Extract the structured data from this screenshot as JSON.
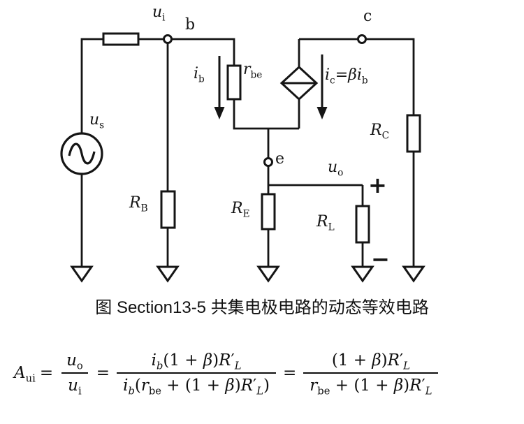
{
  "figure": {
    "caption": "图 Section13-5 共集电极电路的动态等效电路"
  },
  "colors": {
    "ink": "#151515",
    "background": "#ffffff"
  },
  "icons": {
    "ground_symbol": "ground-triangle",
    "ac_source_symbol": "sine-wave-circle",
    "controlled_source_symbol": "diamond-current-source"
  },
  "labels": {
    "u_i": [
      {
        "t": "u",
        "it": 1
      },
      {
        "t": "i",
        "sub": 1
      }
    ],
    "node_b": [
      {
        "t": "b"
      }
    ],
    "node_c": [
      {
        "t": "c"
      }
    ],
    "node_e": [
      {
        "t": "e"
      }
    ],
    "u_s": [
      {
        "t": "u",
        "it": 1
      },
      {
        "t": "s",
        "sub": 1
      }
    ],
    "i_b": [
      {
        "t": "i",
        "it": 1
      },
      {
        "t": "b",
        "sub": 1
      }
    ],
    "r_be": [
      {
        "t": "r",
        "it": 1
      },
      {
        "t": "be",
        "sub": 1
      }
    ],
    "i_c_eq": [
      {
        "t": "i",
        "it": 1
      },
      {
        "t": "c",
        "sub": 1
      },
      {
        "t": "="
      },
      {
        "t": "βi",
        "it": 1
      },
      {
        "t": "b",
        "sub": 1
      }
    ],
    "R_C": [
      {
        "t": "R",
        "it": 1
      },
      {
        "t": "C",
        "sub": 1
      }
    ],
    "R_B": [
      {
        "t": "R",
        "it": 1
      },
      {
        "t": "B",
        "sub": 1
      }
    ],
    "R_E": [
      {
        "t": "R",
        "it": 1
      },
      {
        "t": "E",
        "sub": 1
      }
    ],
    "R_L": [
      {
        "t": "R",
        "it": 1
      },
      {
        "t": "L",
        "sub": 1
      }
    ],
    "u_o": [
      {
        "t": "u",
        "it": 1
      },
      {
        "t": "o",
        "sub": 1
      }
    ],
    "plus": "+",
    "minus": "−"
  },
  "formula": {
    "eq": "=",
    "lhs": [
      {
        "t": "A",
        "it": 1
      },
      {
        "t": "ui",
        "sub": 1
      }
    ],
    "f1_num": [
      {
        "t": "u",
        "it": 1
      },
      {
        "t": "o",
        "sub": 1
      }
    ],
    "f1_den": [
      {
        "t": "u",
        "it": 1
      },
      {
        "t": "i",
        "sub": 1
      }
    ],
    "f2_num": [
      {
        "t": "i",
        "it": 1
      },
      {
        "t": "b",
        "sub": 1,
        "it": 1
      },
      {
        "t": "(1 + "
      },
      {
        "t": "β",
        "it": 1
      },
      {
        "t": ")"
      },
      {
        "t": "R",
        "it": 1
      },
      {
        "t": "′"
      },
      {
        "t": "L",
        "sub": 1,
        "it": 1
      }
    ],
    "f2_den": [
      {
        "t": "i",
        "it": 1
      },
      {
        "t": "b",
        "sub": 1,
        "it": 1
      },
      {
        "t": "("
      },
      {
        "t": "r",
        "it": 1
      },
      {
        "t": "be",
        "sub": 1
      },
      {
        "t": " + (1 + "
      },
      {
        "t": "β",
        "it": 1
      },
      {
        "t": ")"
      },
      {
        "t": "R",
        "it": 1
      },
      {
        "t": "′"
      },
      {
        "t": "L",
        "sub": 1,
        "it": 1
      },
      {
        "t": ")"
      }
    ],
    "f3_num": [
      {
        "t": "(1 + "
      },
      {
        "t": "β",
        "it": 1
      },
      {
        "t": ")"
      },
      {
        "t": "R",
        "it": 1
      },
      {
        "t": "′"
      },
      {
        "t": "L",
        "sub": 1,
        "it": 1
      }
    ],
    "f3_den": [
      {
        "t": "r",
        "it": 1
      },
      {
        "t": "be",
        "sub": 1
      },
      {
        "t": " + (1 + "
      },
      {
        "t": "β",
        "it": 1
      },
      {
        "t": ")"
      },
      {
        "t": "R",
        "it": 1
      },
      {
        "t": "′"
      },
      {
        "t": "L",
        "sub": 1,
        "it": 1
      }
    ]
  }
}
